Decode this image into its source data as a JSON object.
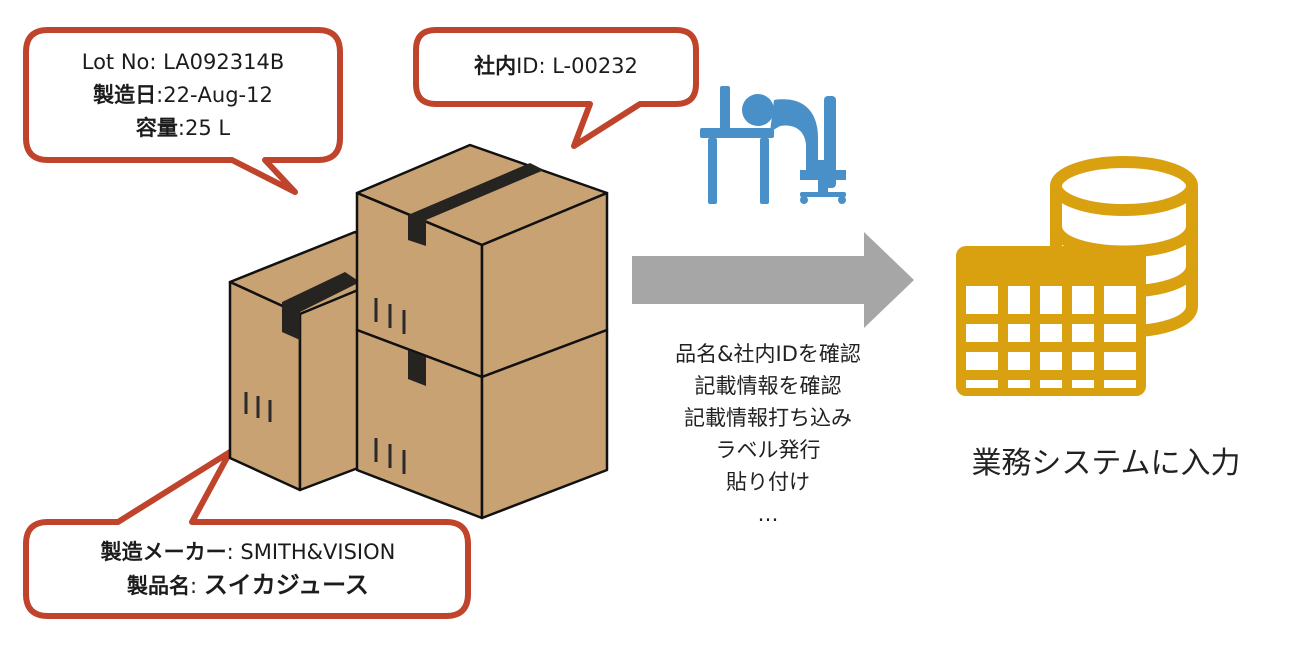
{
  "callout_lot": {
    "line1": "Lot No: LA092314B",
    "line2_label": "製造日",
    "line2_value": ":22-Aug-12",
    "line3_label": "容量",
    "line3_value": ":25 L"
  },
  "callout_id": {
    "label": "社内",
    "value": "ID: L-00232"
  },
  "callout_maker": {
    "line1_label": "製造メーカー",
    "line1_value": ": SMITH&VISION",
    "line2_label": "製品名",
    "line2_sep": ": ",
    "line2_value": "スイカジュース"
  },
  "steps": [
    "品名&社内IDを確認",
    "記載情報を確認",
    "記載情報打ち込み",
    "ラベル発行",
    "貼り付け",
    "…"
  ],
  "system_label": "業務システムに入力",
  "colors": {
    "callout_border": "#c0432b",
    "box": "#c9a274",
    "tape": "#262421",
    "arrow": "#a6a6a6",
    "worker": "#4a90c8",
    "database": "#d9a010"
  },
  "icons": [
    "boxes",
    "worker-at-desk-icon",
    "database-table-icon",
    "right-arrow"
  ]
}
